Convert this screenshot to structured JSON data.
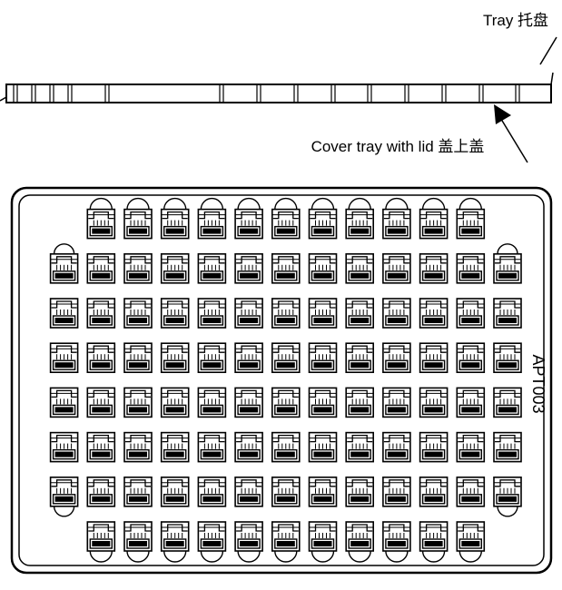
{
  "labels": {
    "tray": "Tray 托盘",
    "cover": "Cover tray with lid 盖上盖",
    "part_number": "APT003"
  },
  "grid": {
    "rows": [
      {
        "count": 11,
        "offset": 1
      },
      {
        "count": 13,
        "offset": 0
      },
      {
        "count": 13,
        "offset": 0
      },
      {
        "count": 13,
        "offset": 0
      },
      {
        "count": 13,
        "offset": 0
      },
      {
        "count": 13,
        "offset": 0
      },
      {
        "count": 13,
        "offset": 0
      },
      {
        "count": 11,
        "offset": 1
      }
    ],
    "end_tabs_on_rows": [
      1,
      6
    ]
  },
  "colors": {
    "line": "#000000",
    "background": "#ffffff"
  }
}
